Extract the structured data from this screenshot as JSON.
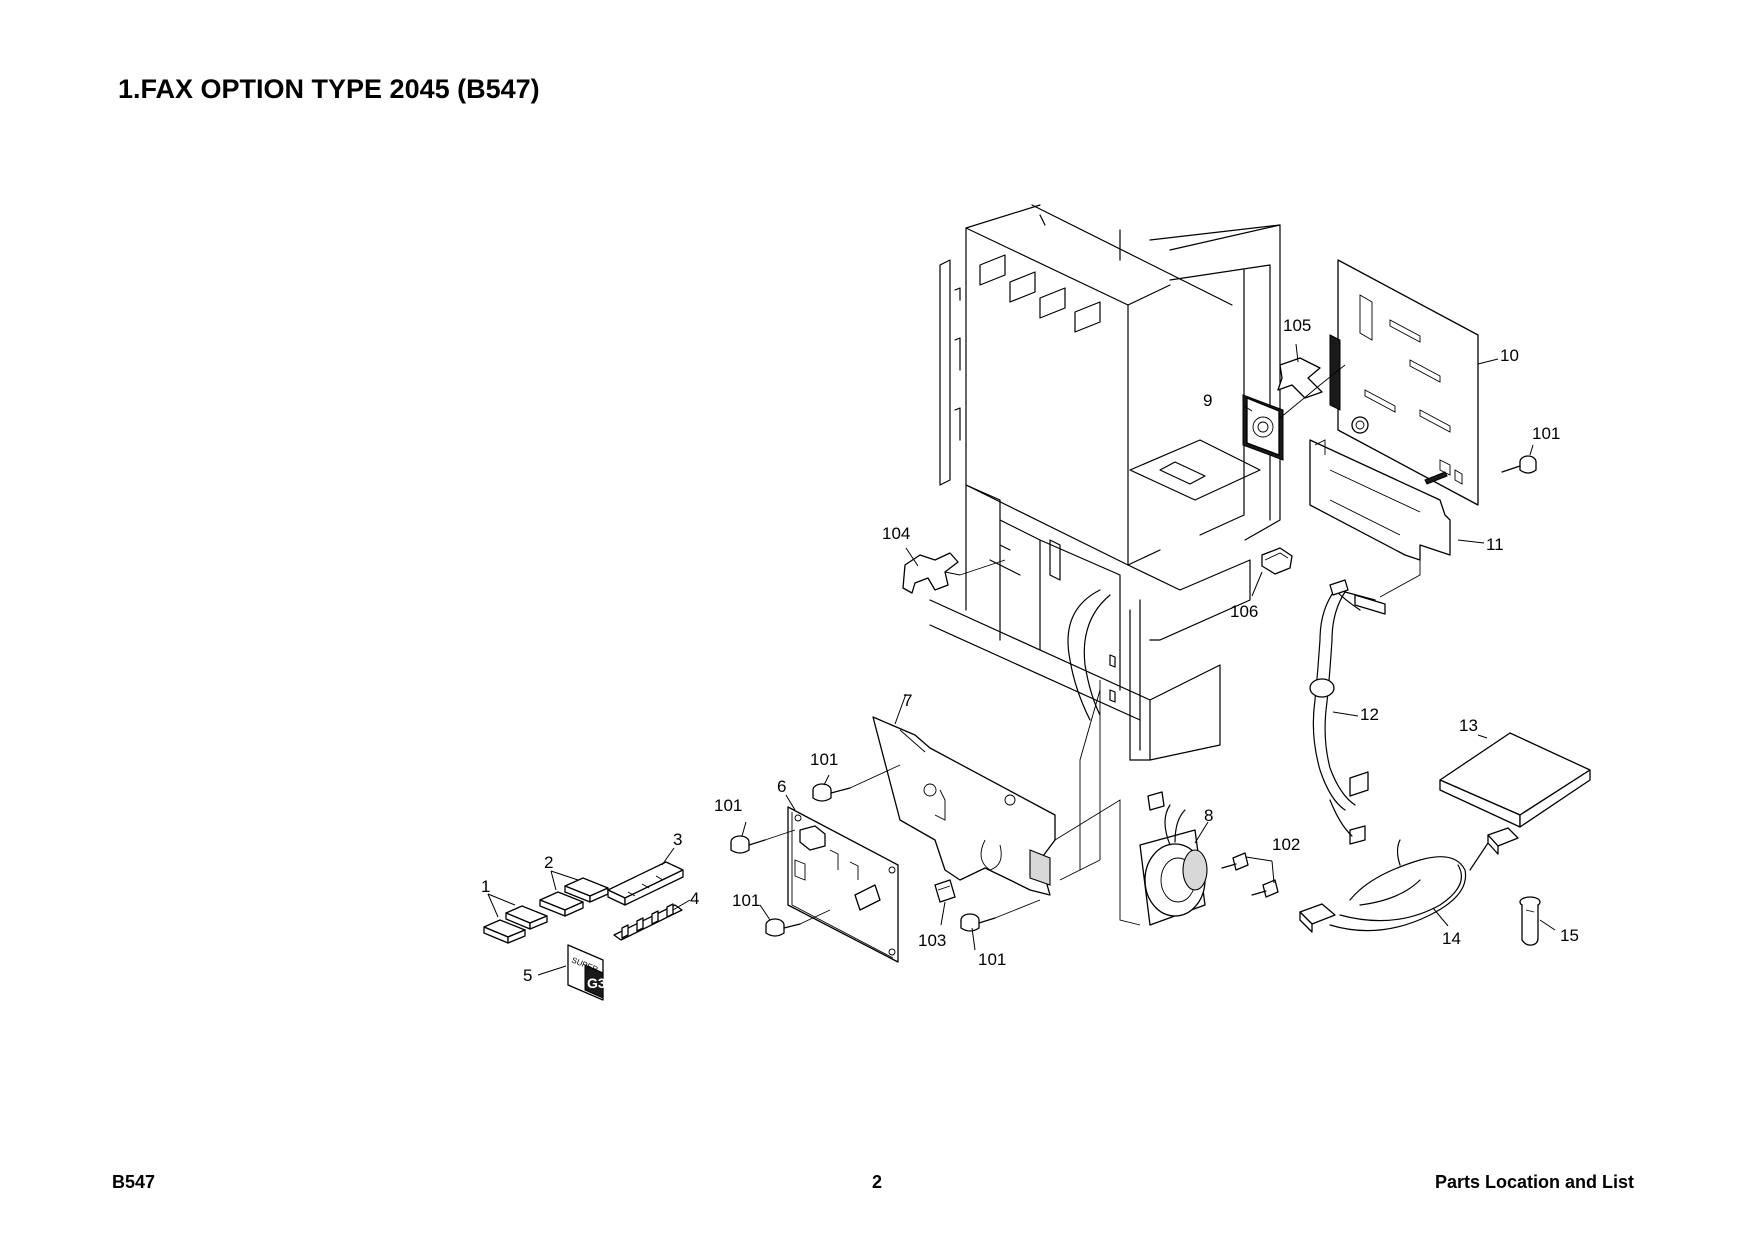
{
  "page": {
    "title": "1.FAX OPTION TYPE 2045 (B547)",
    "footer_left": "B547",
    "footer_center": "2",
    "footer_right": "Parts Location and List"
  },
  "diagram": {
    "callouts": [
      "1",
      "2",
      "3",
      "4",
      "5",
      "6",
      "7",
      "8",
      "9",
      "10",
      "11",
      "12",
      "13",
      "14",
      "15",
      "101",
      "101",
      "101",
      "101",
      "101",
      "102",
      "103",
      "104",
      "105",
      "106"
    ],
    "label_text": [
      "SUPER",
      "G3"
    ]
  }
}
